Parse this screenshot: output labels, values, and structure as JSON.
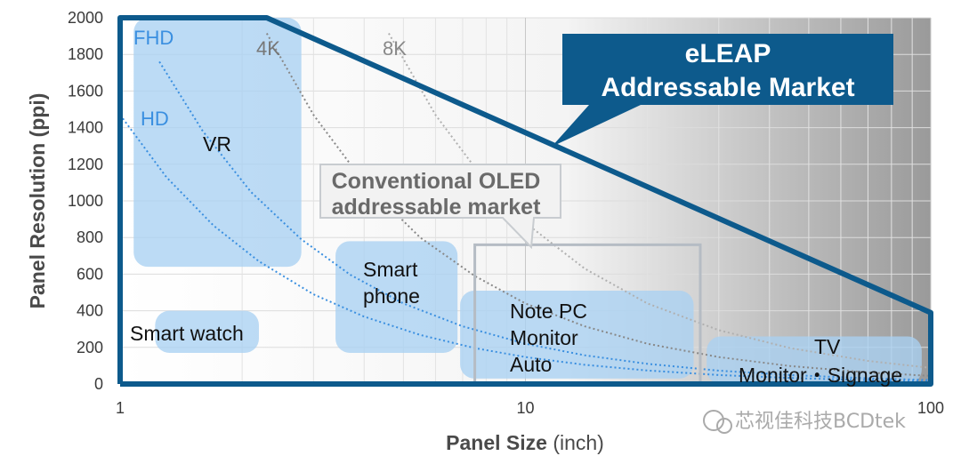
{
  "chart_data": {
    "type": "area",
    "xscale": "log",
    "xlim": [
      1,
      100
    ],
    "ylim": [
      0,
      2000
    ],
    "xticks": [
      1,
      10,
      100
    ],
    "yticks": [
      0,
      200,
      400,
      600,
      800,
      1000,
      1200,
      1400,
      1600,
      1800,
      2000
    ],
    "xlabel": "Panel Size",
    "xlabel_unit": "(inch)",
    "ylabel": "Panel Resolution (ppi)",
    "grid": true,
    "curves": [
      {
        "name": "HD",
        "color": "#3a8fe0",
        "x": [
          1,
          1.3,
          1.7,
          2.2,
          3,
          4,
          5.5,
          7.5,
          10,
          14,
          20,
          30,
          45,
          70,
          100
        ],
        "y": [
          1470,
          1130,
          865,
          670,
          490,
          368,
          268,
          196,
          147,
          105,
          74,
          49,
          33,
          21,
          15
        ]
      },
      {
        "name": "FHD",
        "color": "#3a8fe0",
        "x": [
          1.25,
          1.6,
          2.1,
          2.8,
          3.7,
          5,
          7,
          10,
          14,
          20,
          30,
          45,
          70,
          100
        ],
        "y": [
          1760,
          1380,
          1050,
          790,
          596,
          440,
          315,
          220,
          157,
          110,
          73,
          49,
          31,
          22
        ]
      },
      {
        "name": "4K",
        "color": "#888888",
        "x": [
          2.3,
          3,
          4,
          5.5,
          7.5,
          10,
          14,
          20,
          30,
          45,
          70,
          100
        ],
        "y": [
          1915,
          1470,
          1100,
          800,
          590,
          440,
          315,
          220,
          147,
          98,
          63,
          44
        ]
      },
      {
        "name": "8K",
        "color": "#b0b0b0",
        "x": [
          4.6,
          6,
          8,
          10,
          14,
          20,
          30,
          45,
          70,
          100
        ],
        "y": [
          1915,
          1470,
          1100,
          880,
          630,
          440,
          294,
          196,
          126,
          88
        ]
      }
    ],
    "regions": [
      {
        "name": "VR",
        "x": [
          1.08,
          2.8
        ],
        "y": [
          640,
          2000
        ]
      },
      {
        "name": "Smart watch",
        "x": [
          1.22,
          2.2
        ],
        "y": [
          170,
          400
        ]
      },
      {
        "name": "Smart phone",
        "x": [
          3.4,
          6.8
        ],
        "y": [
          170,
          780
        ]
      },
      {
        "name": "Note PC Monitor Auto",
        "x": [
          6.9,
          26
        ],
        "y": [
          30,
          510
        ]
      },
      {
        "name": "TV Monitor・Signage",
        "x": [
          28,
          95
        ],
        "y": [
          0,
          260
        ]
      }
    ],
    "boundaries": [
      {
        "name": "eLEAP Addressable Market",
        "x": [
          1,
          1,
          2.3,
          100,
          100,
          1
        ],
        "y": [
          0,
          2000,
          2000,
          390,
          0,
          0
        ]
      },
      {
        "name": "Conventional OLED addressable market",
        "x": [
          7.5,
          7.5,
          27,
          27
        ],
        "y": [
          0,
          760,
          760,
          0
        ]
      }
    ]
  },
  "labels": {
    "fhd": "FHD",
    "hd": "HD",
    "k4": "4K",
    "k8": "8K",
    "vr": "VR",
    "smart_watch": "Smart watch",
    "smart_phone_1": "Smart",
    "smart_phone_2": "phone",
    "note_pc_1": "Note PC",
    "note_pc_2": "Monitor",
    "note_pc_3": "Auto",
    "tv_1": "TV",
    "tv_2": "Monitor・Signage",
    "eleap_1": "eLEAP",
    "eleap_2": "Addressable Market",
    "oled_1": "Conventional OLED",
    "oled_2": "addressable market",
    "watermark": "芯视佳科技BCDtek"
  },
  "colors": {
    "frame": "#0d5a8c",
    "region_fill": "#a9d1f2",
    "curve_blue": "#3a8fe0"
  }
}
